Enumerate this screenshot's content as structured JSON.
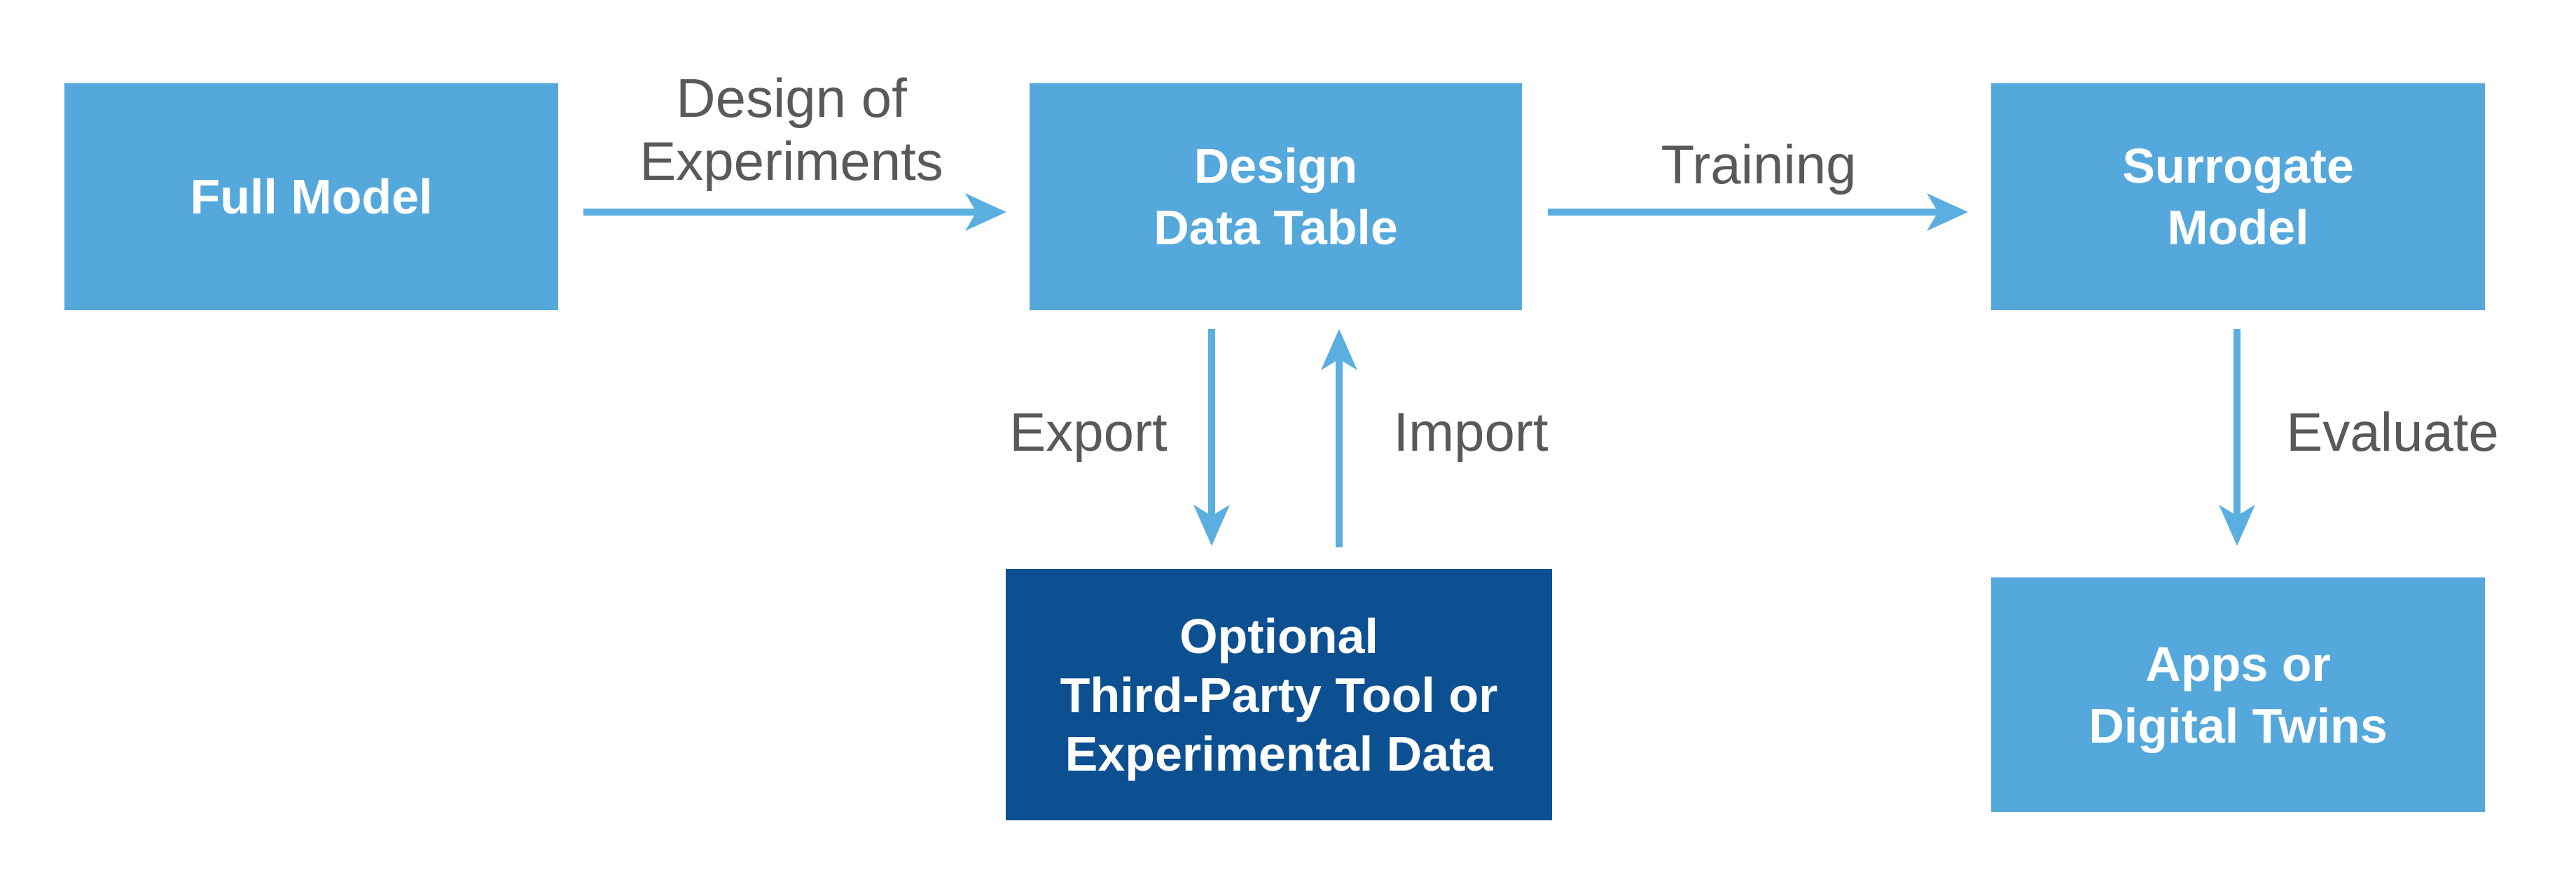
{
  "colors": {
    "box-blue": "#54A8DB",
    "dark-blue": "#0D5092",
    "arrow-blue": "#5AAEE0",
    "label-gray": "#58595B",
    "bg": "#FFFFFF"
  },
  "diagram": {
    "type": "flowchart",
    "nodes": {
      "full_model": {
        "lines": [
          "Full Model"
        ]
      },
      "design_data_table": {
        "lines": [
          "Design",
          "Data Table"
        ]
      },
      "surrogate_model": {
        "lines": [
          "Surrogate",
          "Model"
        ]
      },
      "optional_tool": {
        "lines": [
          "Optional",
          "Third-Party Tool or",
          "Experimental Data"
        ]
      },
      "apps_digital_twins": {
        "lines": [
          "Apps or",
          "Digital Twins"
        ]
      }
    },
    "edges": {
      "design_of_experiments": {
        "lines": [
          "Design of",
          "Experiments"
        ],
        "from": "full_model",
        "to": "design_data_table"
      },
      "training": {
        "label": "Training",
        "from": "design_data_table",
        "to": "surrogate_model"
      },
      "export": {
        "label": "Export",
        "from": "design_data_table",
        "to": "optional_tool"
      },
      "import": {
        "label": "Import",
        "from": "optional_tool",
        "to": "design_data_table"
      },
      "evaluate": {
        "label": "Evaluate",
        "from": "surrogate_model",
        "to": "apps_digital_twins"
      }
    }
  }
}
